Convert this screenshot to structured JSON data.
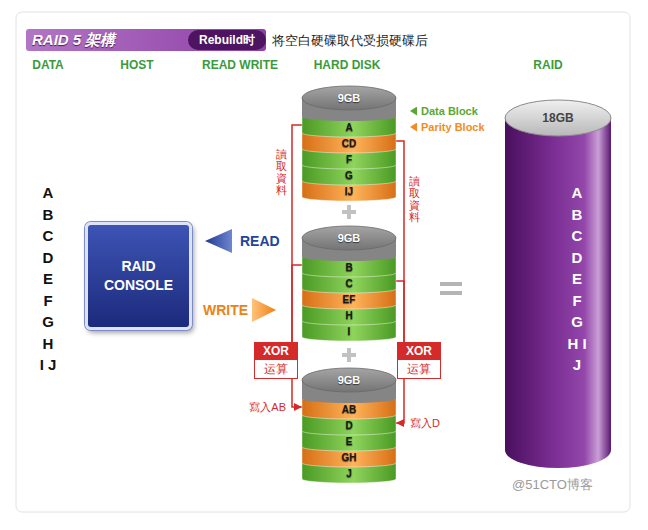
{
  "diagram": {
    "title": "RAID 5 架構",
    "nodes": [
      {
        "text": [
          "RAID CONSOLE"
        ]
      },
      {
        "text": [
          "9GB"
        ]
      },
      {
        "text": [
          "A"
        ],
        "in": 1
      },
      {
        "text": [
          "CD"
        ],
        "in": 1
      },
      {
        "text": [
          "F"
        ],
        "in": 1
      },
      {
        "text": [
          "G"
        ],
        "in": 1
      },
      {
        "text": [
          "IJ"
        ],
        "in": 1
      },
      {
        "text": [
          "9GB"
        ]
      },
      {
        "text": [
          "B"
        ],
        "in": 7
      },
      {
        "text": [
          "C"
        ],
        "in": 7
      },
      {
        "text": [
          "EF"
        ],
        "in": 7
      },
      {
        "text": [
          "H"
        ],
        "in": 7
      },
      {
        "text": [
          "I"
        ],
        "in": 7
      },
      {
        "text": [
          "XOR",
          "运算"
        ]
      },
      {
        "text": [
          "XOR",
          "运算"
        ]
      },
      {
        "text": [
          "9GB"
        ]
      },
      {
        "text": [
          "AB"
        ],
        "in": 15
      },
      {
        "text": [
          "D"
        ],
        "in": 15
      },
      {
        "text": [
          "E"
        ],
        "in": 15
      },
      {
        "text": [
          "GH"
        ],
        "in": 15
      },
      {
        "text": [
          "J"
        ],
        "in": 15
      },
      {
        "text": [
          "18GB",
          "A B C D E F G H I J"
        ]
      }
    ],
    "edges": [
      {
        "from": 2,
        "to": 13,
        "arrow": "none"
      },
      {
        "from": 8,
        "to": 13,
        "arrow": "none"
      },
      {
        "from": 13,
        "to": 16,
        "arrow": "to",
        "label": "寫入AB"
      },
      {
        "from": 3,
        "to": 14,
        "arrow": "none"
      },
      {
        "from": 9,
        "to": 14,
        "arrow": "none"
      },
      {
        "from": 14,
        "to": 17,
        "arrow": "to",
        "label": "寫入D"
      }
    ],
    "labels": [
      "Rebuild时",
      "将空白硬碟取代受损硬碟后",
      "DATA",
      "HOST",
      "READ WRITE",
      "HARD DISK",
      "RAID",
      "A B C D E F G H I J",
      "READ",
      "WRITE",
      "讀取資料",
      "讀取資料",
      "@51CTO博客"
    ],
    "legend": [
      {
        "text": "Data Block",
        "color": "#5aa832"
      },
      {
        "text": "Parity Block",
        "color": "#f28c1e"
      }
    ]
  }
}
